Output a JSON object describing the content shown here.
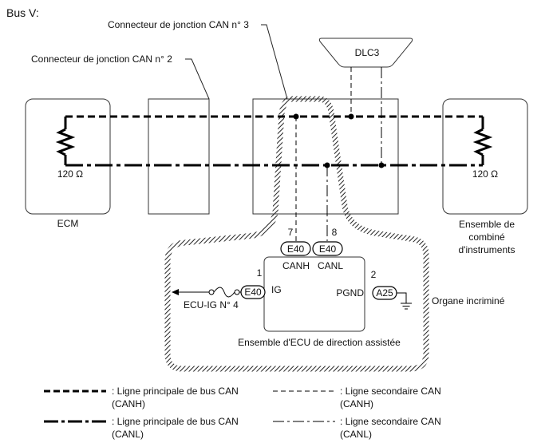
{
  "title": "Bus V:",
  "labels": {
    "can_jc2": "Connecteur de jonction CAN n° 2",
    "can_jc3": "Connecteur de jonction CAN n° 3",
    "dlc3": "DLC3",
    "ecm": "ECM",
    "ecm_resistor": "120 Ω",
    "instrument_resistor": "120 Ω",
    "instrument_line1": "Ensemble de",
    "instrument_line2": "combiné",
    "instrument_line3": "d'instruments",
    "pin_canh_num": "7",
    "pin_canl_num": "8",
    "conn_canh": "E40",
    "conn_canl": "E40",
    "canh": "CANH",
    "canl": "CANL",
    "pin_ig_num": "1",
    "pin_pgnd_num": "2",
    "conn_ig": "E40",
    "ig": "IG",
    "pgnd": "PGND",
    "conn_pgnd": "A25",
    "ecu_ig": "ECU-IG N° 4",
    "faulty": "Organe incriminé",
    "ecu_name": "Ensemble d'ECU de direction assistée"
  },
  "legend": [
    {
      "line1": ": Ligne principale de bus CAN",
      "line2": "(CANH)",
      "style": "main-canh"
    },
    {
      "line1": ": Ligne secondaire CAN",
      "line2": "(CANH)",
      "style": "sub-canh"
    },
    {
      "line1": ": Ligne principale de bus CAN",
      "line2": "(CANL)",
      "style": "main-canl"
    },
    {
      "line1": ": Ligne secondaire CAN",
      "line2": "(CANL)",
      "style": "sub-canl"
    }
  ]
}
